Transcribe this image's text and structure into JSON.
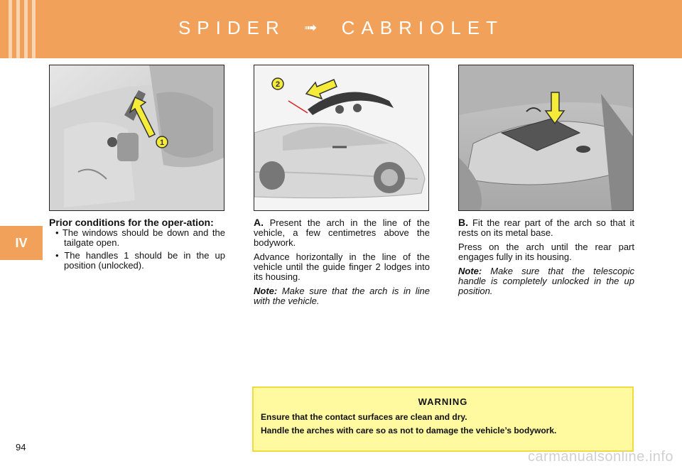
{
  "header": {
    "title_left": "SPIDER",
    "arrow_glyph": "➟",
    "title_right": "CABRIOLET",
    "color": "#f2a15a"
  },
  "chapter_tab": "IV",
  "figures": {
    "fig1_callout": "1",
    "fig2_callout": "2"
  },
  "col1": {
    "heading": "Prior conditions for the oper-ation:",
    "bullets": [
      "• The windows should be down and the tailgate open.",
      "• The handles 1 should be in the up position (unlocked)."
    ]
  },
  "col2": {
    "lead": "A.",
    "para1": "Present the arch in the line of the vehicle, a few centimetres above the bodywork.",
    "para2": "Advance horizontally in the line of the vehicle until the guide finger 2 lodges into its housing.",
    "note_label": "Note:",
    "note_text": "Make sure that the arch is in line with the vehicle."
  },
  "col3": {
    "lead": "B.",
    "para1": "Fit the rear part of the arch so that it rests on its metal base.",
    "para2": "Press on the arch until the rear part engages fully in its housing.",
    "note_label": "Note:",
    "note_text": "Make sure that the telescopic handle is completely unlocked in the up position."
  },
  "warning": {
    "title": "WARNING",
    "line1": "Ensure that the contact surfaces are clean and dry.",
    "line2": "Handle the arches with care so as not to damage the vehicle’s bodywork.",
    "background": "#fff9a0"
  },
  "page_number": "94",
  "watermark": "carmanualsonline.info"
}
